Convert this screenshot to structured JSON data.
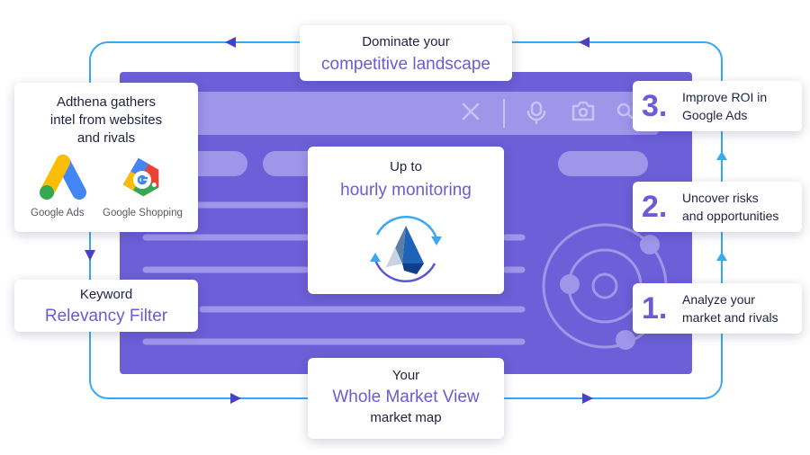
{
  "top_card": {
    "line1": "Dominate your",
    "line2": "competitive landscape"
  },
  "gather_card": {
    "text_line1": "Adthena gathers",
    "text_line2": "intel from websites",
    "text_line3": "and rivals",
    "logos": [
      {
        "icon": "google-ads-icon",
        "label": "Google Ads"
      },
      {
        "icon": "google-shopping-icon",
        "label": "Google Shopping"
      }
    ]
  },
  "keyword_card": {
    "line1": "Keyword",
    "line2": "Relevancy Filter"
  },
  "monitor_card": {
    "line1": "Up to",
    "line2": "hourly monitoring",
    "icon": "adthena-refresh-icon"
  },
  "market_card": {
    "line1": "Your",
    "line2": "Whole Market View",
    "line3": "market map"
  },
  "steps": [
    {
      "number": "3.",
      "line1": "Improve ROI in",
      "line2": "Google Ads"
    },
    {
      "number": "2.",
      "line1": "Uncover risks",
      "line2": "and opportunities"
    },
    {
      "number": "1.",
      "line1": "Analyze your",
      "line2": "market and rivals"
    }
  ],
  "search_bar_icons": [
    "close-icon",
    "microphone-icon",
    "camera-icon",
    "search-icon"
  ],
  "colors": {
    "browser": "#6c5fd8",
    "search_bar": "#9f96ea",
    "flow_line": "#36a9f5",
    "accent_text": "#6b5bd6",
    "arrow_head": "#4a3fc7"
  }
}
